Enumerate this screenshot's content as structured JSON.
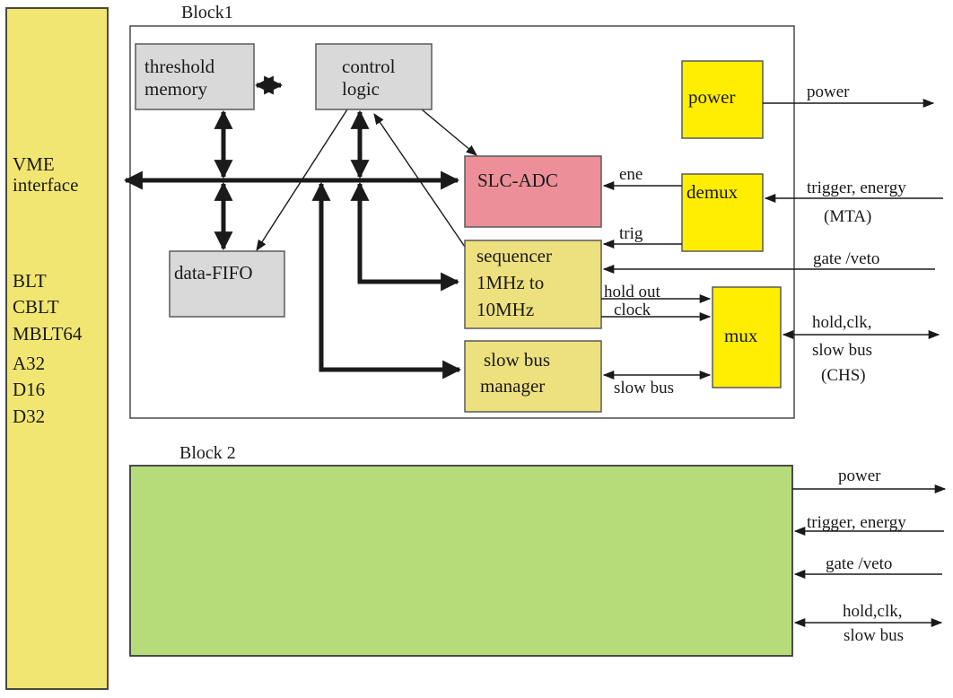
{
  "colors": {
    "vme_fill": "#f2e673",
    "gray_box": "#d9d9d9",
    "adc_fill": "#ec8f99",
    "tan_box": "#ede07e",
    "yellow_box": "#ffee00",
    "block2_fill": "#b6dc7a",
    "line": "#1a1a1a"
  },
  "vme": {
    "title_line1": "VME",
    "title_line2": "interface",
    "modes": [
      "BLT",
      "CBLT",
      "MBLT64",
      "A32",
      "D16",
      "D32"
    ]
  },
  "block1": {
    "title": "Block1",
    "threshold_memory": {
      "line1": "threshold",
      "line2": "memory"
    },
    "control_logic": {
      "line1": "control",
      "line2": "logic"
    },
    "data_fifo": "data-FIFO",
    "slc_adc": "SLC-ADC",
    "sequencer": {
      "line1": "sequencer",
      "line2": "1MHz to",
      "line3": "10MHz"
    },
    "slow_bus_manager": {
      "line1": "slow bus",
      "line2": "manager"
    },
    "power": "power",
    "demux": "demux",
    "mux": "mux",
    "internal_signals": {
      "ene": "ene",
      "trig": "trig",
      "hold_out": "hold out",
      "clock": "clock",
      "slow_bus": "slow bus"
    },
    "external_signals": {
      "power": "power",
      "trigger_energy": "trigger, energy",
      "mta": "(MTA)",
      "gate_veto": "gate /veto",
      "hold_clk": "hold,clk,",
      "slow_bus": "slow bus",
      "chs": "(CHS)"
    }
  },
  "block2": {
    "title": "Block 2",
    "signals": {
      "power": "power",
      "trigger_energy": "trigger, energy",
      "gate_veto": "gate /veto",
      "hold_clk": "hold,clk,",
      "slow_bus": "slow bus"
    }
  }
}
